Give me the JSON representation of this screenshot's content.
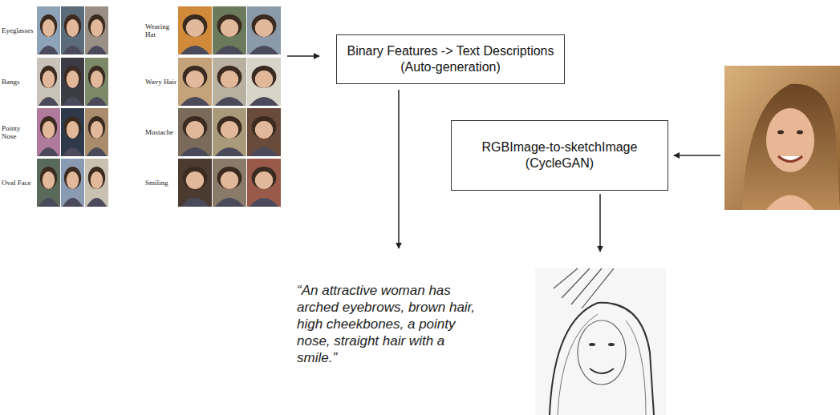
{
  "diagram": {
    "nodes": [
      {
        "text": [
          "Binary Features -> Text Descriptions",
          "(Auto-generation)"
        ]
      },
      {
        "text": [
          "RGBImage-to-sketchImage",
          "(CycleGAN)"
        ]
      }
    ],
    "labels": [
      "Eyeglasses",
      "Wearing Hat",
      "Bangs",
      "Wavy Hair",
      "Pointy Nose",
      "Mustache",
      "Oval Face",
      "Smiling",
      "“An attractive woman has arched eyebrows, brown hair, high cheekbones, a pointy nose, straight hair with a smile.”"
    ]
  }
}
